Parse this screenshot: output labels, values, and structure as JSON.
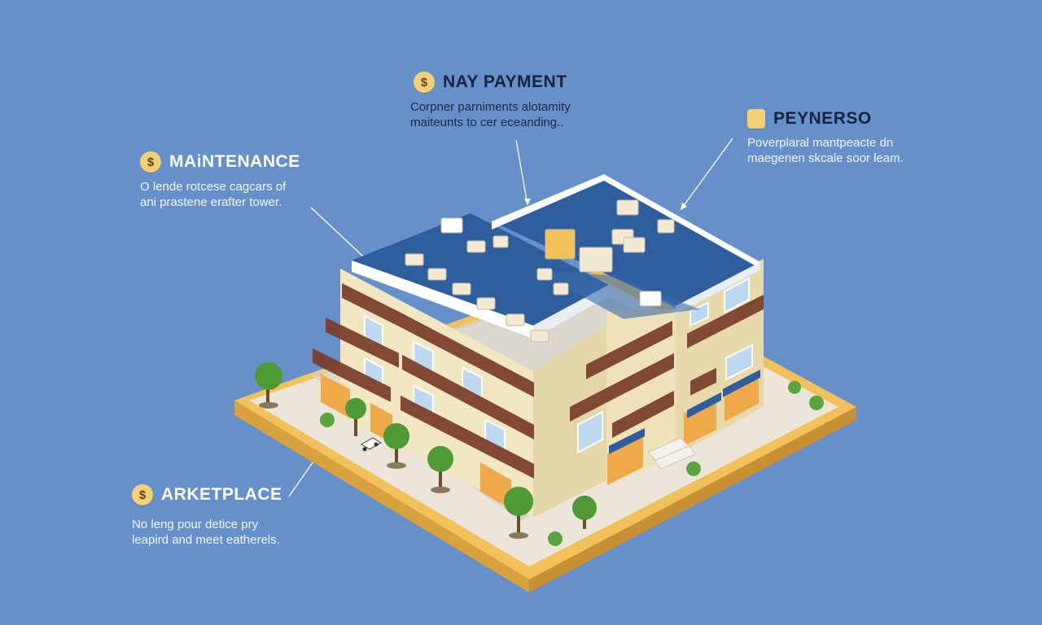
{
  "callouts": {
    "pay": {
      "badge": "$",
      "title": "NAY PAYMENT",
      "lines": [
        "Corpner parniments alotamity",
        "maiteunts to cer eceanding.."
      ]
    },
    "peyn": {
      "badge": "",
      "title": "PEYNERSO",
      "lines": [
        "Poverplaral mantpeacte dn",
        "maegenen skcale soor leam."
      ]
    },
    "maint": {
      "badge": "$",
      "title": "MAiNTENANCE",
      "lines": [
        "O lende rotcese cagcars of",
        "ani prastene erafter tower."
      ]
    },
    "market": {
      "badge": "$",
      "title": "ARKETPLACE",
      "lines": [
        "No leng pour detice pry",
        "leapird and meet eatherels."
      ]
    }
  },
  "colors": {
    "background": "#6590c9",
    "badge": "#f4cf74",
    "roof": "#2f5e9e",
    "facade": "#f1e7c3",
    "base": "#f2c25a",
    "railing": "#7a3c2a",
    "tree": "#4f9a35"
  }
}
